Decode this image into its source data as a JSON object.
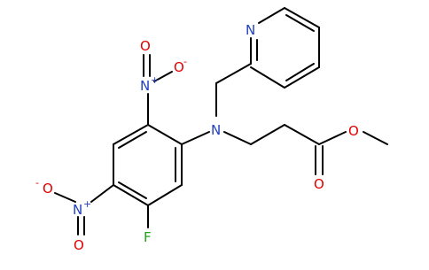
{
  "molecule": {
    "atoms": {
      "N_amine": "N",
      "N_pyridine": "N",
      "N_nitro_top": "N",
      "N_nitro_left": "N",
      "plus_top": "+",
      "plus_left": "+",
      "O_top_a": "O",
      "O_top_a_charge": "-",
      "O_top_b": "O",
      "O_left_a": "O",
      "O_left_a_charge": "-",
      "O_left_b": "O",
      "O_ester_single": "O",
      "O_ester_double": "O",
      "F": "F"
    }
  },
  "colors": {
    "N": "#1f3fbf",
    "O": "#e00000",
    "F": "#1aa51a",
    "bond": "#000000",
    "background": "#ffffff"
  }
}
